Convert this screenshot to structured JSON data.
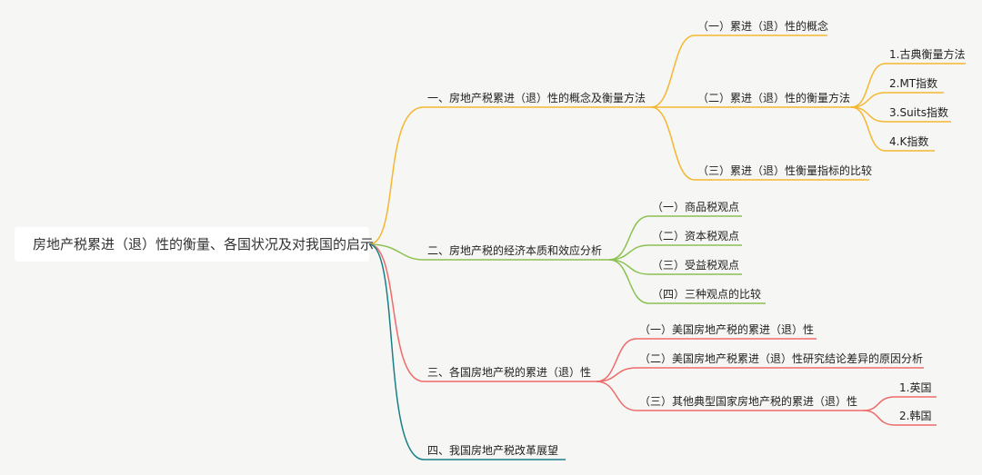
{
  "root": {
    "label": "房地产税累进（退）性的衡量、各国状况及对我国的启示"
  },
  "colors": {
    "background": "#f6f6f4",
    "branch_1": "#f5b730",
    "branch_2": "#8cc152",
    "branch_3": "#ef6a6a",
    "branch_4": "#187f86"
  },
  "branches": [
    {
      "label": "一、房地产税累进（退）性的概念及衡量方法",
      "children": [
        {
          "label": "（一）累进（退）性的概念"
        },
        {
          "label": "（二）累进（退）性的衡量方法",
          "children": [
            {
              "label": "1.古典衡量方法"
            },
            {
              "label": "2.MT指数"
            },
            {
              "label": "3.Suits指数"
            },
            {
              "label": "4.K指数"
            }
          ]
        },
        {
          "label": "（三）累进（退）性衡量指标的比较"
        }
      ]
    },
    {
      "label": "二、房地产税的经济本质和效应分析",
      "children": [
        {
          "label": "（一）商品税观点"
        },
        {
          "label": "（二）资本税观点"
        },
        {
          "label": "（三）受益税观点"
        },
        {
          "label": "（四）三种观点的比较"
        }
      ]
    },
    {
      "label": "三、各国房地产税的累进（退）性",
      "children": [
        {
          "label": "（一）美国房地产税的累进（退）性"
        },
        {
          "label": "（二）美国房地产税累进（退）性研究结论差异的原因分析"
        },
        {
          "label": "（三）其他典型国家房地产税的累进（退）性",
          "children": [
            {
              "label": "1.英国"
            },
            {
              "label": "2.韩国"
            }
          ]
        }
      ]
    },
    {
      "label": "四、我国房地产税改革展望",
      "children": []
    }
  ]
}
